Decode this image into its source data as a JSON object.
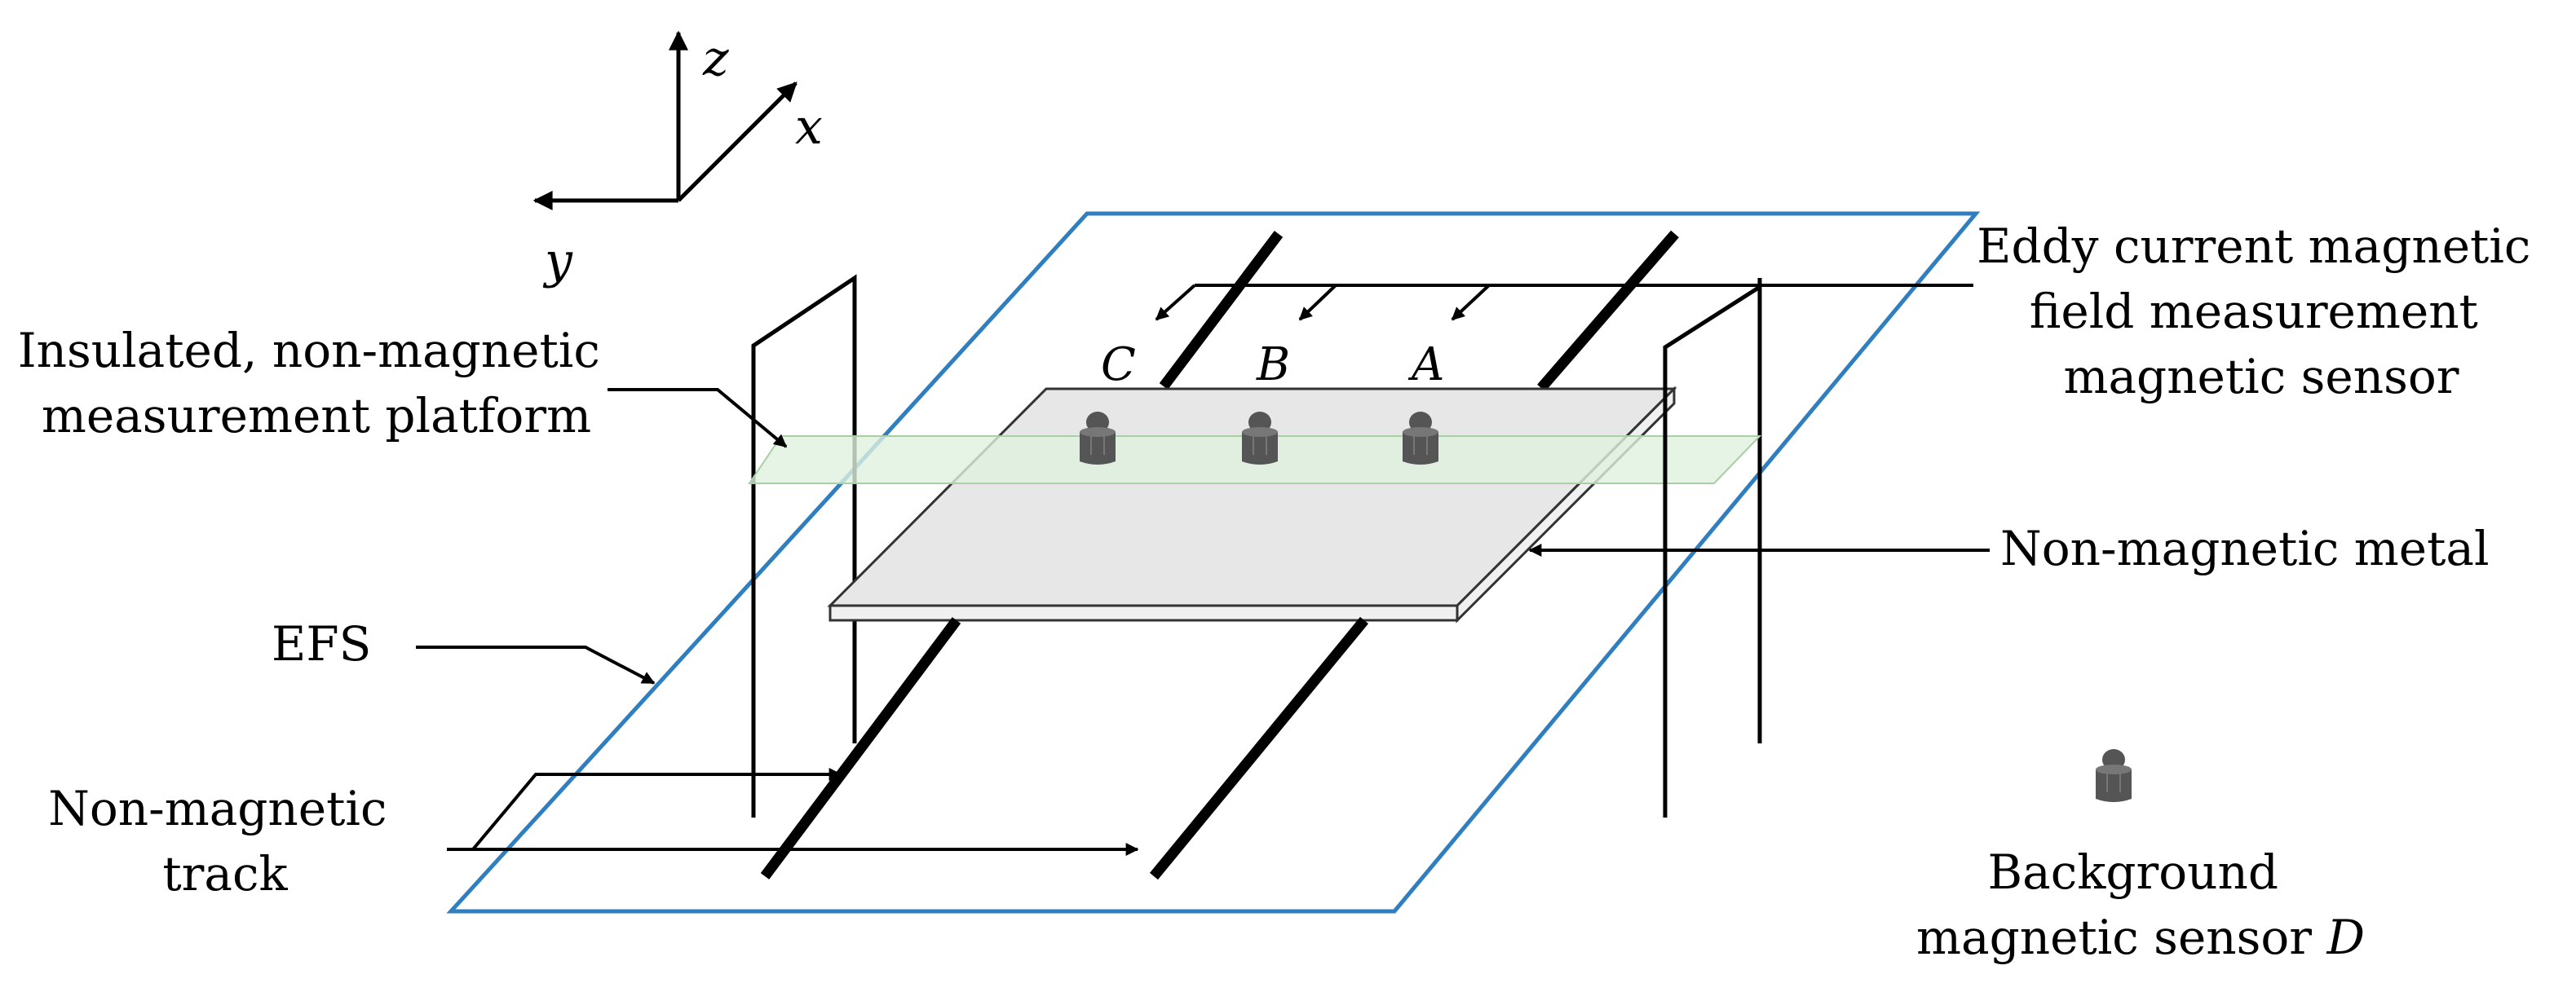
{
  "axes": {
    "z": "z",
    "x": "x",
    "y": "y"
  },
  "labels": {
    "eddy_sensor": [
      "Eddy current magnetic",
      "field measurement",
      "magnetic sensor"
    ],
    "platform": [
      "Insulated, non-magnetic",
      "measurement platform"
    ],
    "metal": "Non-magnetic metal",
    "efs": "EFS",
    "track": [
      "Non-magnetic",
      "track"
    ],
    "background_sensor_prefix": "Background",
    "background_sensor_line2": "magnetic sensor ",
    "background_sensor_letter": "D"
  },
  "sensors": {
    "A": "A",
    "B": "B",
    "C": "C"
  },
  "colors": {
    "efs_frame": "#2f7fc0",
    "platform_fill": "#dff1de",
    "metal_fill": "#e7e7e7",
    "sensor_fill": "#555555",
    "line": "#000000"
  }
}
